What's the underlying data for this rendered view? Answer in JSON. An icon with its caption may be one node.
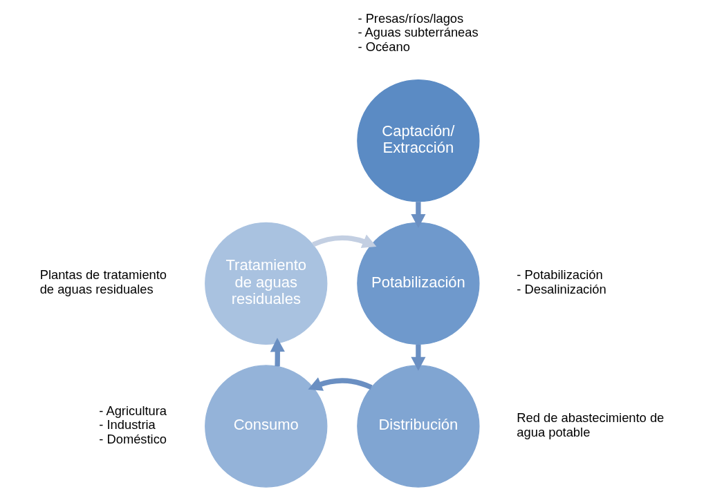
{
  "diagram": {
    "nodes": [
      {
        "text": [
          "Captación/ Extracción"
        ],
        "beside": [
          "- Presas/ríos/lagos",
          "- Aguas subterráneas",
          "- Océano"
        ]
      },
      {
        "text": [
          "Potabilización"
        ],
        "beside": [
          "- Potabilización",
          "- Desalinización"
        ]
      },
      {
        "text": [
          "Distribución"
        ],
        "beside": [
          "Red de abastecimiento de agua potable"
        ]
      },
      {
        "text": [
          "Consumo"
        ],
        "beside": [
          "- Agricultura",
          "- Industria",
          "- Doméstico"
        ]
      },
      {
        "text": [
          "Tratamiento de aguas residuales"
        ],
        "beside": [
          "Plantas de tratamiento de aguas residuales"
        ]
      }
    ],
    "edges": [
      {
        "from": 0,
        "to": 1,
        "arrow": "to"
      },
      {
        "from": 1,
        "to": 2,
        "arrow": "to"
      },
      {
        "from": 2,
        "to": 3,
        "arrow": "to"
      },
      {
        "from": 3,
        "to": 4,
        "arrow": "to"
      },
      {
        "from": 4,
        "to": 1,
        "arrow": "to",
        "color": "#c3cfe2"
      }
    ]
  }
}
